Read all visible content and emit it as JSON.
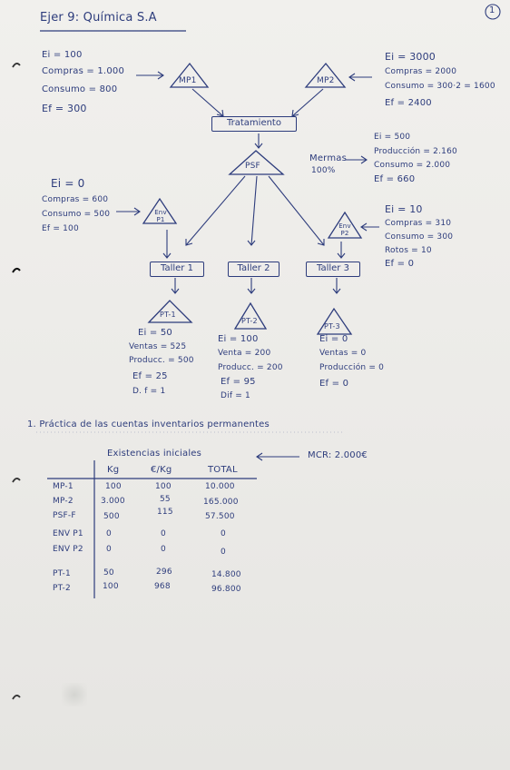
{
  "header": {
    "title": "Ejer 9: Química S.A",
    "page_number": "1"
  },
  "mp1": {
    "label": "MP1",
    "ei": "Ei = 100",
    "compras": "Compras = 1.000",
    "consumo": "Consumo = 800",
    "ef": "Ef = 300"
  },
  "mp2": {
    "label": "MP2",
    "ei": "Ei = 3000",
    "compras": "Compras = 2000",
    "consumo": "Consumo = 300·2 = 1600",
    "ef": "Ef = 2400"
  },
  "tratamiento": {
    "label": "Tratamiento"
  },
  "psf": {
    "label": "PSF",
    "mermas": "Mermas",
    "mermas_pct": "100%",
    "ei": "Ei = 500",
    "produccion": "Producción = 2.160",
    "consumo": "Consumo = 2.000",
    "ef": "Ef = 660"
  },
  "env1": {
    "label": "Env P1",
    "ei": "Ei = 0",
    "compras": "Compras = 600",
    "consumo": "Consumo = 500",
    "ef": "Ef = 100"
  },
  "env2": {
    "label": "Env P2",
    "ei": "Ei = 10",
    "compras": "Compras = 310",
    "consumo": "Consumo = 300",
    "rotos": "Rotos = 10",
    "ef": "Ef = 0"
  },
  "talleres": [
    "Taller 1",
    "Taller 2",
    "Taller 3"
  ],
  "pt1": {
    "label": "PT-1",
    "ei": "Ei = 50",
    "ventas": "Ventas = 525",
    "produccion": "Producc. = 500",
    "ef": "Ef = 25",
    "dif": "D. f = 1"
  },
  "pt2": {
    "label": "PT-2",
    "ei": "Ei = 100",
    "ventas": "Venta = 200",
    "produccion": "Producc. = 200",
    "ef": "Ef = 95",
    "dif": "Dif = 1"
  },
  "pt3": {
    "label": "PT-3",
    "ei": "Ei = 0",
    "ventas": "Ventas = 0",
    "produccion": "Producción = 0",
    "ef": "Ef = 0"
  },
  "section1": {
    "heading": "1. Práctica de las cuentas inventarios permanentes",
    "table_title": "Existencias iniciales",
    "mcr": "MCR: 2.000€",
    "columns": [
      "Kg",
      "€/Kg",
      "TOTAL"
    ],
    "rows": [
      {
        "name": "MP-1",
        "kg": "100",
        "price": "100",
        "total": "10.000"
      },
      {
        "name": "MP-2",
        "kg": "3.000",
        "price": "55",
        "total": "165.000"
      },
      {
        "name": "PSF-F",
        "kg": "500",
        "price": "115",
        "total": "57.500"
      },
      {
        "name": "ENV P1",
        "kg": "0",
        "price": "0",
        "total": "0"
      },
      {
        "name": "ENV P2",
        "kg": "0",
        "price": "0",
        "total": "0"
      },
      {
        "name": "PT-1",
        "kg": "50",
        "price": "296",
        "total": "14.800"
      },
      {
        "name": "PT-2",
        "kg": "100",
        "price": "968",
        "total": "96.800"
      }
    ]
  }
}
